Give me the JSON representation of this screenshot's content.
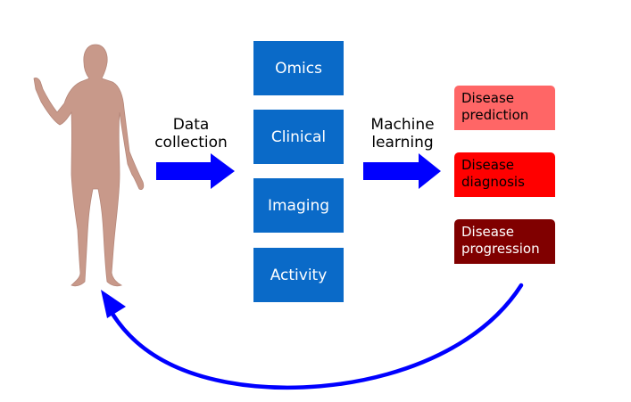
{
  "diagram": {
    "data_collection_label": [
      "Data",
      "collection"
    ],
    "machine_learning_label": [
      "Machine",
      "learning"
    ],
    "data_types": [
      "Omics",
      "Clinical",
      "Imaging",
      "Activity"
    ],
    "outcomes": [
      {
        "lines": [
          "Disease",
          "prediction"
        ],
        "color": "#ff6666",
        "text_color": "#000000"
      },
      {
        "lines": [
          "Disease",
          "diagnosis"
        ],
        "color": "#ff0000",
        "text_color": "#000000"
      },
      {
        "lines": [
          "Disease",
          "progression"
        ],
        "color": "#800000",
        "text_color": "#ffffff"
      }
    ],
    "colors": {
      "person": "#c8998a",
      "data_box": "#0a6ac8",
      "arrow": "#0000ff"
    }
  }
}
